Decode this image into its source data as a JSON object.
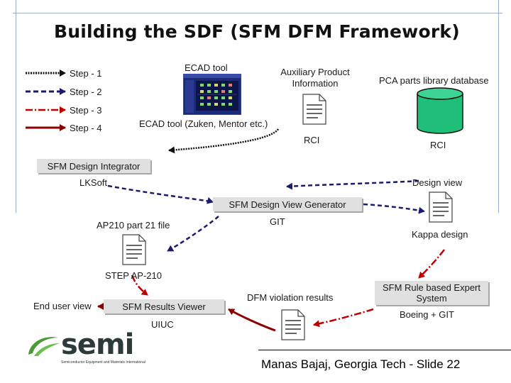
{
  "title": "Building the SDF (SFM DFM Framework)",
  "legend": {
    "step1": "Step - 1",
    "step2": "Step - 2",
    "step3": "Step - 3",
    "step4": "Step - 4"
  },
  "colors": {
    "step1": "#111111",
    "step2": "#1a1a6e",
    "step3": "#c00000",
    "step4": "#8b0000",
    "cylinder": "#1fbf7a",
    "box_fill": "#e0e0e0",
    "semi_green": "#4a9a3a"
  },
  "labels": {
    "ecad_tool": "ECAD tool",
    "aux_info": "Auxiliary Product Information",
    "pca_library": "PCA parts library database",
    "ecad_tool_vendors": "ECAD tool (Zuken, Mentor etc.)",
    "rci_1": "RCI",
    "rci_2": "RCI",
    "sfm_design_integrator": "SFM Design Integrator",
    "lksoft": "LKSoft",
    "design_view": "Design view",
    "sfm_design_view_generator": "SFM Design View Generator",
    "git": "GIT",
    "ap210_file": "AP210 part 21 file",
    "kappa_design": "Kappa design",
    "step_ap210": "STEP AP-210",
    "end_user_view": "End user view",
    "sfm_results_viewer": "SFM Results Viewer",
    "dfm_violation_results": "DFM violation results",
    "sfm_rule_expert": "SFM Rule based Expert System",
    "boeing_git": "Boeing + GIT",
    "uiuc": "UIUC"
  },
  "logo": {
    "name": "semi",
    "tagline": "Semiconductor Equipment and Materials International"
  },
  "icons": {
    "ecad_screenshot": "ecad-screenshot-icon",
    "document": "document-icon",
    "database": "database-cylinder-icon"
  },
  "footer": "Manas Bajaj, Georgia Tech - Slide 22"
}
